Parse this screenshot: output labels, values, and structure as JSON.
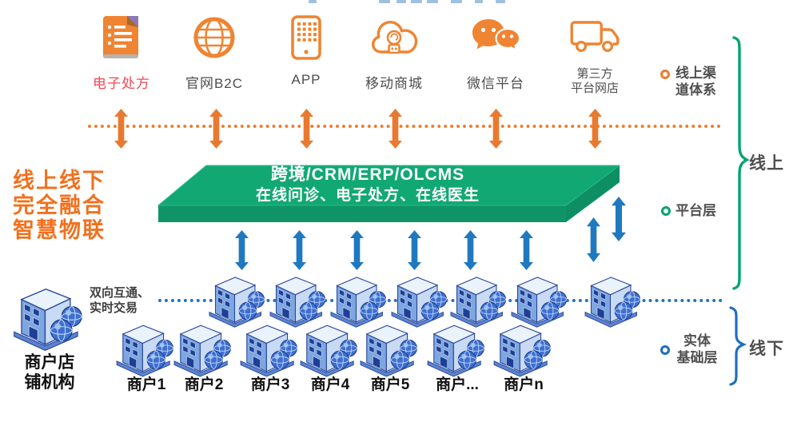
{
  "colors": {
    "orange": "#ee7c2e",
    "red_label": "#f0484f",
    "green_platform": "#12a874",
    "blue_arrow": "#1f79c0",
    "gray_text": "#4d4d4d",
    "slogan_orange": "#f2701d"
  },
  "channels": {
    "items": [
      {
        "label": "电子处方",
        "icon": "prescription-document-icon"
      },
      {
        "label": "官网B2C",
        "icon": "globe-icon"
      },
      {
        "label": "APP",
        "icon": "mobile-phone-icon"
      },
      {
        "label": "移动商城",
        "icon": "mobile-mall-cloud-icon"
      },
      {
        "label": "微信平台",
        "icon": "wechat-icon"
      },
      {
        "label_line1": "第三方",
        "label_line2": "平台网店",
        "icon": "delivery-truck-icon"
      }
    ]
  },
  "left_slogan": {
    "line1": "线上线下",
    "line2": "完全融合",
    "line3": "智慧物联"
  },
  "platform": {
    "line1": "跨境/CRM/ERP/OLCMS",
    "line2": "在线问诊、电子处方、在线医生"
  },
  "interconnect": {
    "line1": "双向互通、",
    "line2": "实时交易"
  },
  "merchant_hq": {
    "line1": "商户店",
    "line2": "铺机构"
  },
  "merchants": {
    "labels": [
      "商户1",
      "商户2",
      "商户3",
      "商户4",
      "商户5",
      "商户...",
      "商户n"
    ]
  },
  "right_panel": {
    "online_channel_line1": "线上渠",
    "online_channel_line2": "道体系",
    "platform_layer": "平台层",
    "entity_line1": "实体",
    "entity_line2": "基础层",
    "online": "线上",
    "offline": "线下"
  }
}
